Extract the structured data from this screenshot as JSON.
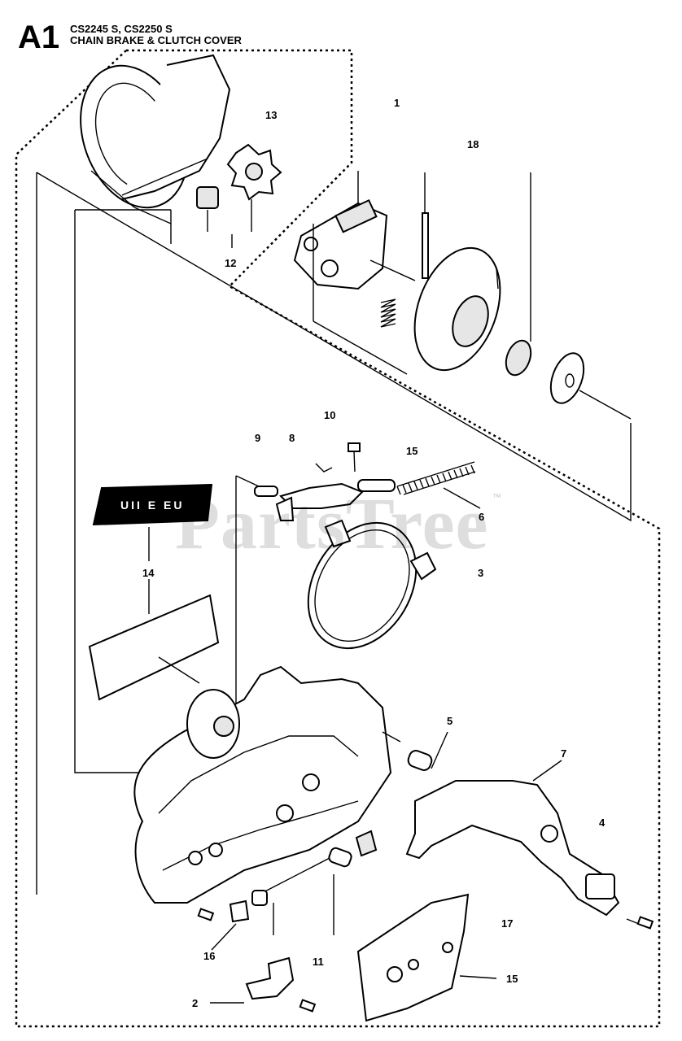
{
  "header": {
    "figure_code": "A1",
    "models": "CS2245 S, CS2250 S",
    "title": "CHAIN BRAKE & CLUTCH COVER"
  },
  "watermark": {
    "text": "PartsTree",
    "mark": "™"
  },
  "decal": {
    "text": "UII E EU"
  },
  "callouts": {
    "c1": "1",
    "c2": "2",
    "c3": "3",
    "c4": "4",
    "c5": "5",
    "c6": "6",
    "c7": "7",
    "c8": "8",
    "c9": "9",
    "c10": "10",
    "c11": "11",
    "c12": "12",
    "c13": "13",
    "c14": "14",
    "c15a": "15",
    "c15b": "15",
    "c16": "16",
    "c17": "17",
    "c18": "18"
  }
}
